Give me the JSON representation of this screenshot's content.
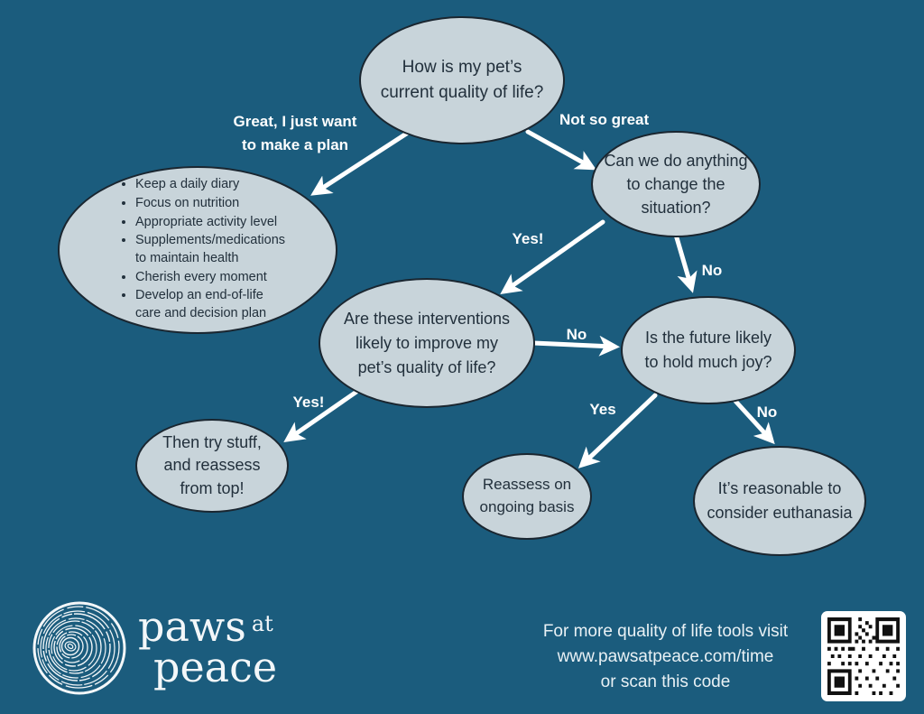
{
  "palette": {
    "background": "#1b5c7d",
    "node_fill": "#c8d4da",
    "node_border": "#1a2630",
    "node_text": "#22303c",
    "label_text": "#ffffff",
    "qr_dark": "#111111"
  },
  "nodes": {
    "quality": {
      "text": "How is my pet’s\ncurrent quality of life?"
    },
    "plan": {
      "items": [
        "Keep a daily diary",
        "Focus on nutrition",
        "Appropriate activity level",
        "Supplements/medications\nto maintain health",
        "Cherish every moment",
        "Develop an end-of-life\ncare and decision plan"
      ]
    },
    "change": {
      "text": "Can we do anything\nto change the\nsituation?"
    },
    "interventions": {
      "text": "Are these interventions\nlikely to improve my\npet’s quality of life?"
    },
    "future": {
      "text": "Is the future likely\nto hold much joy?"
    },
    "try": {
      "text": "Then try stuff,\nand reassess\nfrom top!"
    },
    "reassess": {
      "text": "Reassess on\nongoing basis"
    },
    "euthanasia": {
      "text": "It’s reasonable to\nconsider euthanasia"
    }
  },
  "edge_labels": {
    "great_plan": "Great, I just want\nto make a plan",
    "not_so_great": "Not so great",
    "yes_change": "Yes!",
    "no_change": "No",
    "no_interventions": "No",
    "yes_interventions": "Yes!",
    "yes_future": "Yes",
    "no_future": "No"
  },
  "footer": {
    "brand": {
      "logo_icon": "tree-rings",
      "word1": "paws",
      "word2": "at",
      "word3": "peace"
    },
    "note_line1": "For more quality of life tools visit",
    "note_line2": "www.pawsatpeace.com/time",
    "note_line3": "or scan this code",
    "qr_icon": "qr-code"
  }
}
